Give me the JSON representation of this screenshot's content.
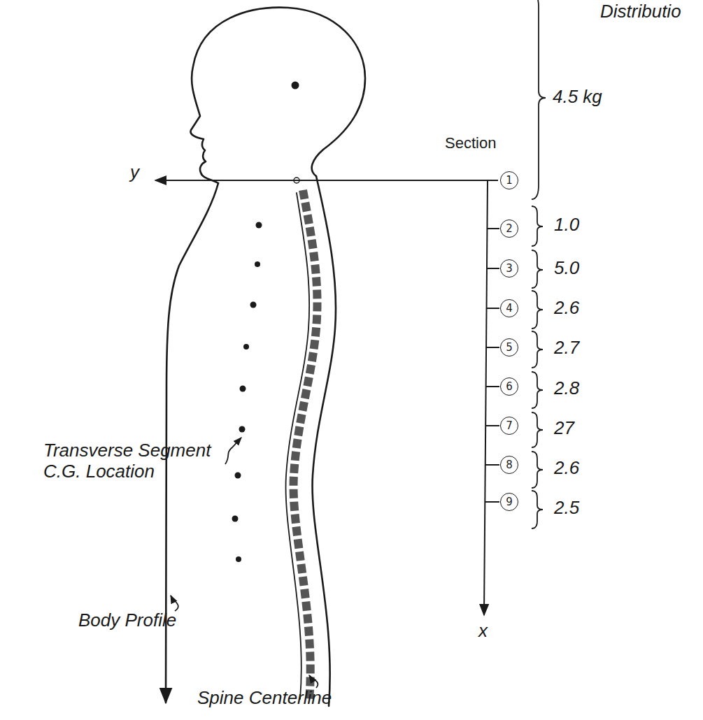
{
  "diagram": {
    "nodes": [
      {
        "text": [
          "1"
        ]
      },
      {
        "text": [
          "2"
        ]
      },
      {
        "text": [
          "3"
        ]
      },
      {
        "text": [
          "4"
        ]
      },
      {
        "text": [
          "5"
        ]
      },
      {
        "text": [
          "6"
        ]
      },
      {
        "text": [
          "7"
        ]
      },
      {
        "text": [
          "8"
        ]
      },
      {
        "text": [
          "9"
        ]
      }
    ],
    "labels": [
      "Distributio",
      "4.5 kg",
      "Section",
      "1.0",
      "5.0",
      "2.6",
      "2.7",
      "2.8",
      "27",
      "2.6",
      "2.5",
      "y",
      "x",
      "Transverse Segment C.G. Location",
      "Body Profile",
      "Spine Centerline"
    ]
  }
}
